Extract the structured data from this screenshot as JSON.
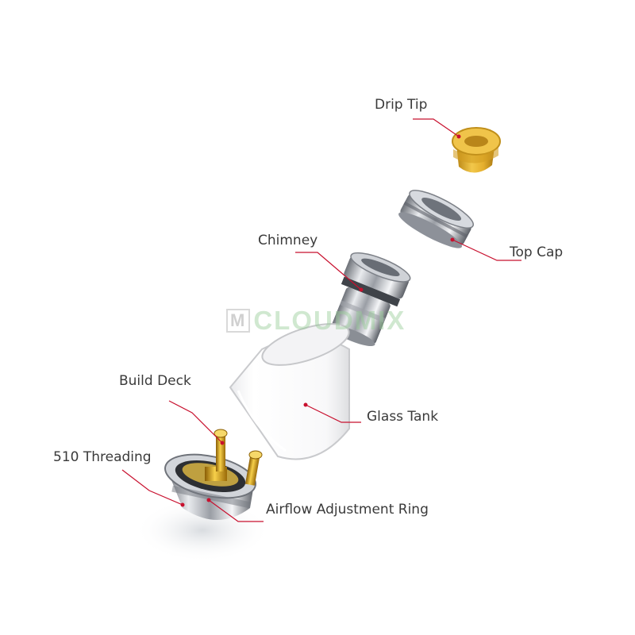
{
  "labels": {
    "drip_tip": "Drip Tip",
    "top_cap": "Top Cap",
    "chimney": "Chimney",
    "glass_tank": "Glass Tank",
    "build_deck": "Build Deck",
    "threading": "510 Threading",
    "airflow_ring": "Airflow Adjustment Ring"
  },
  "watermark": {
    "mark": "M",
    "text": "CLOUDMIX"
  },
  "colors": {
    "leader_line": "#c8102e",
    "label_text": "#3a3a3a",
    "drip_tip": "#e0b030",
    "steel": "#b8bcc2",
    "gold": "#d4a017"
  }
}
